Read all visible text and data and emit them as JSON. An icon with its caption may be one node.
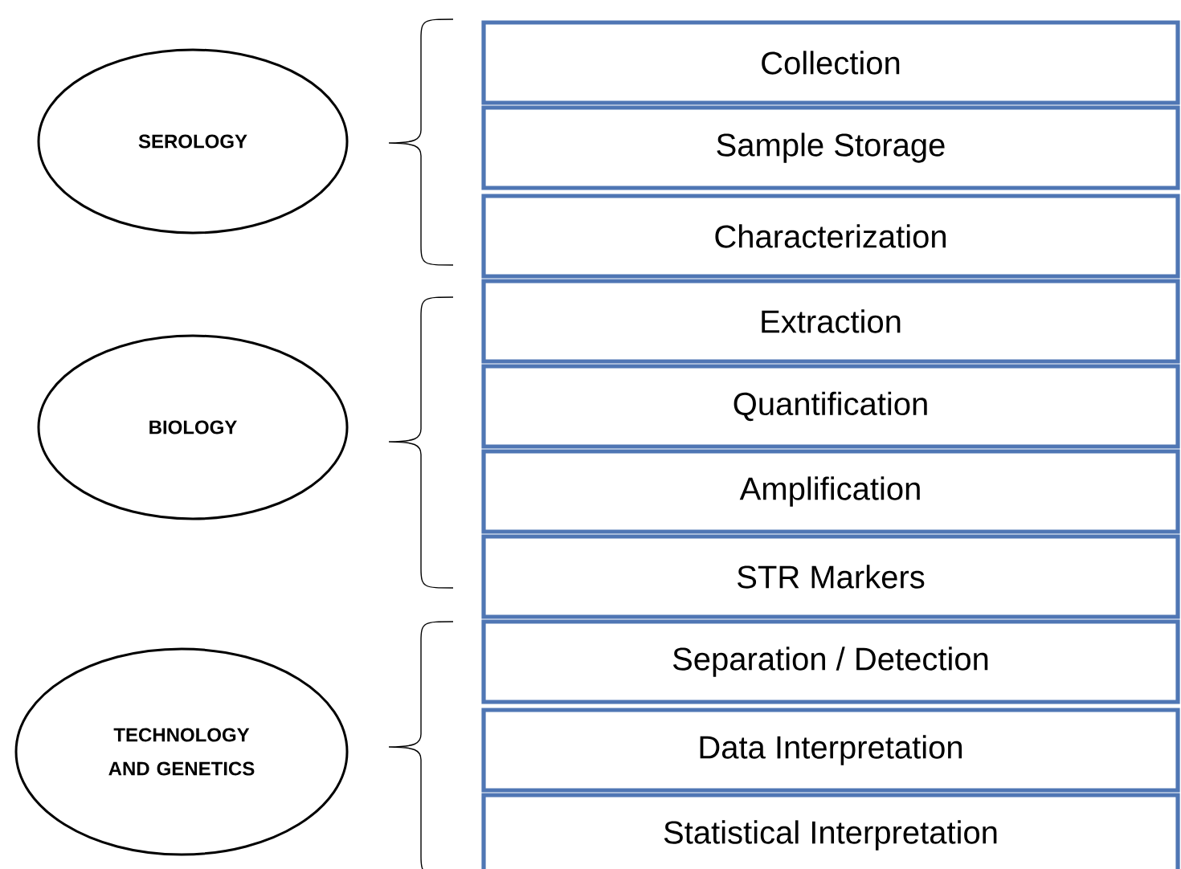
{
  "diagram": {
    "nodes": [
      {
        "text": [
          "SEROLOGY"
        ]
      },
      {
        "text": [
          "BIOLOGY"
        ]
      },
      {
        "text": [
          "TECHNOLOGY AND GENETICS"
        ]
      },
      {
        "text": [
          "Collection"
        ]
      },
      {
        "text": [
          "Sample Storage"
        ]
      },
      {
        "text": [
          "Characterization"
        ]
      },
      {
        "text": [
          "Extraction"
        ]
      },
      {
        "text": [
          "Quantification"
        ]
      },
      {
        "text": [
          "Amplification"
        ]
      },
      {
        "text": [
          "STR Markers"
        ]
      },
      {
        "text": [
          "Separation / Detection"
        ]
      },
      {
        "text": [
          "Data Interpretation"
        ]
      },
      {
        "text": [
          "Statistical Interpretation"
        ]
      }
    ]
  }
}
